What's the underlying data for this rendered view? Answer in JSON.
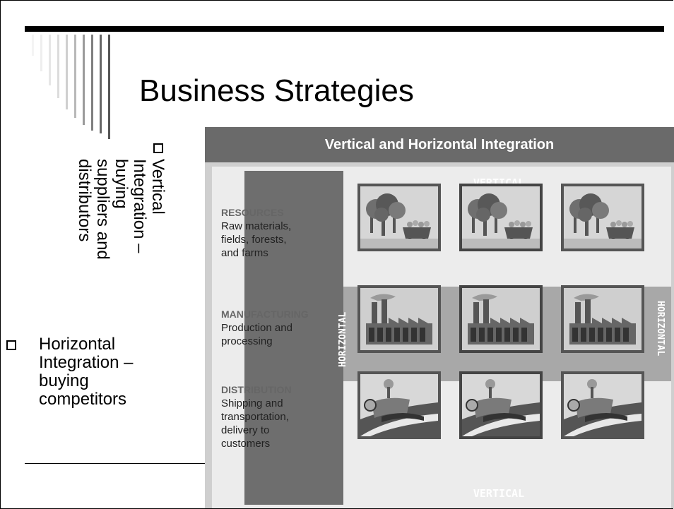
{
  "slide": {
    "title": "Business Strategies",
    "bullets": {
      "vertical": {
        "lines": [
          "Vertical",
          "Integration –",
          "buying",
          "suppliers and",
          "distributors"
        ]
      },
      "horizontal": {
        "lines": [
          "Horizontal",
          "Integration –",
          "buying",
          "competitors"
        ]
      }
    }
  },
  "figure": {
    "header": "Vertical and Horizontal Integration",
    "vertical_label_top": "VERTICAL",
    "vertical_label_bottom": "VERTICAL",
    "horizontal_label_left": "HORIZONTAL",
    "horizontal_label_right": "HORIZONTAL",
    "categories": [
      {
        "head": "RESOURCES",
        "lines": [
          "Raw materials,",
          "fields, forests,",
          "and farms"
        ]
      },
      {
        "head": "MANUFACTURING",
        "lines": [
          "Production and",
          "processing"
        ]
      },
      {
        "head": "DISTRIBUTION",
        "lines": [
          "Shipping and",
          "transportation,",
          "delivery to",
          "customers"
        ]
      }
    ],
    "tile_icons": [
      "forest-cart-icon",
      "factory-icon",
      "truck-road-icon"
    ]
  }
}
